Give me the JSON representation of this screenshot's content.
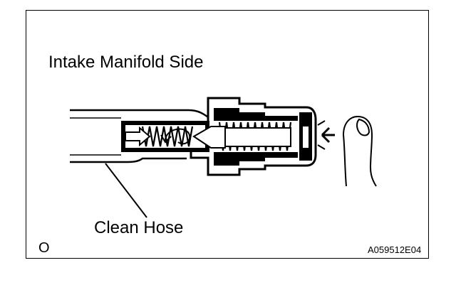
{
  "diagram": {
    "title": "Intake Manifold Side",
    "callout_label": "Clean Hose",
    "corner_mark": "O",
    "figure_code": "A059512E04",
    "icons": [
      "pcv-valve-assembly",
      "clean-hose",
      "finger-icon",
      "air-flow-arrow-icon",
      "blow-lines-icon"
    ],
    "colors": {
      "ink": "#000000",
      "paper": "#ffffff",
      "valve_body": "#000000"
    }
  }
}
